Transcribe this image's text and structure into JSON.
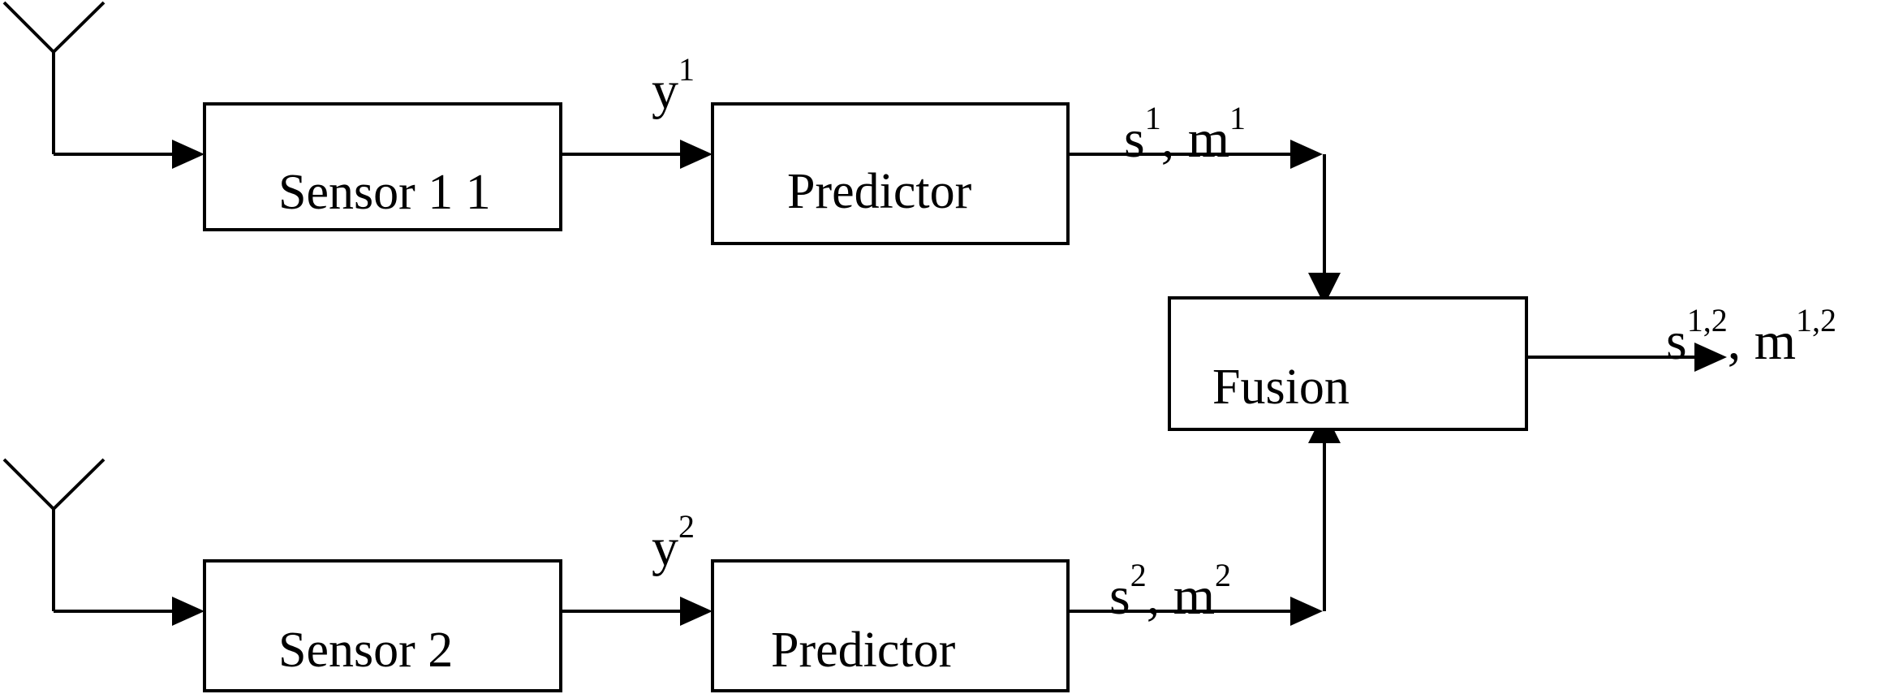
{
  "blocks": {
    "sensor1": "Sensor 1 1",
    "predictor1": "Predictor",
    "sensor2": "Sensor 2",
    "predictor2": "Predictor",
    "fusion": "Fusion"
  },
  "signals": {
    "y1": {
      "base": "y",
      "sup": "1"
    },
    "y2": {
      "base": "y",
      "sup": "2"
    },
    "s1m1": {
      "s": "s",
      "s_sup": "1",
      "sep": ", ",
      "m": "m",
      "m_sup": "1"
    },
    "s2m2": {
      "s": "s",
      "s_sup": "2",
      "sep": ", ",
      "m": "m",
      "m_sup": "2"
    },
    "s12m12": {
      "s": "s",
      "s_sup": "1,2",
      "sep": ", ",
      "m": "m",
      "m_sup": "1,2"
    }
  }
}
